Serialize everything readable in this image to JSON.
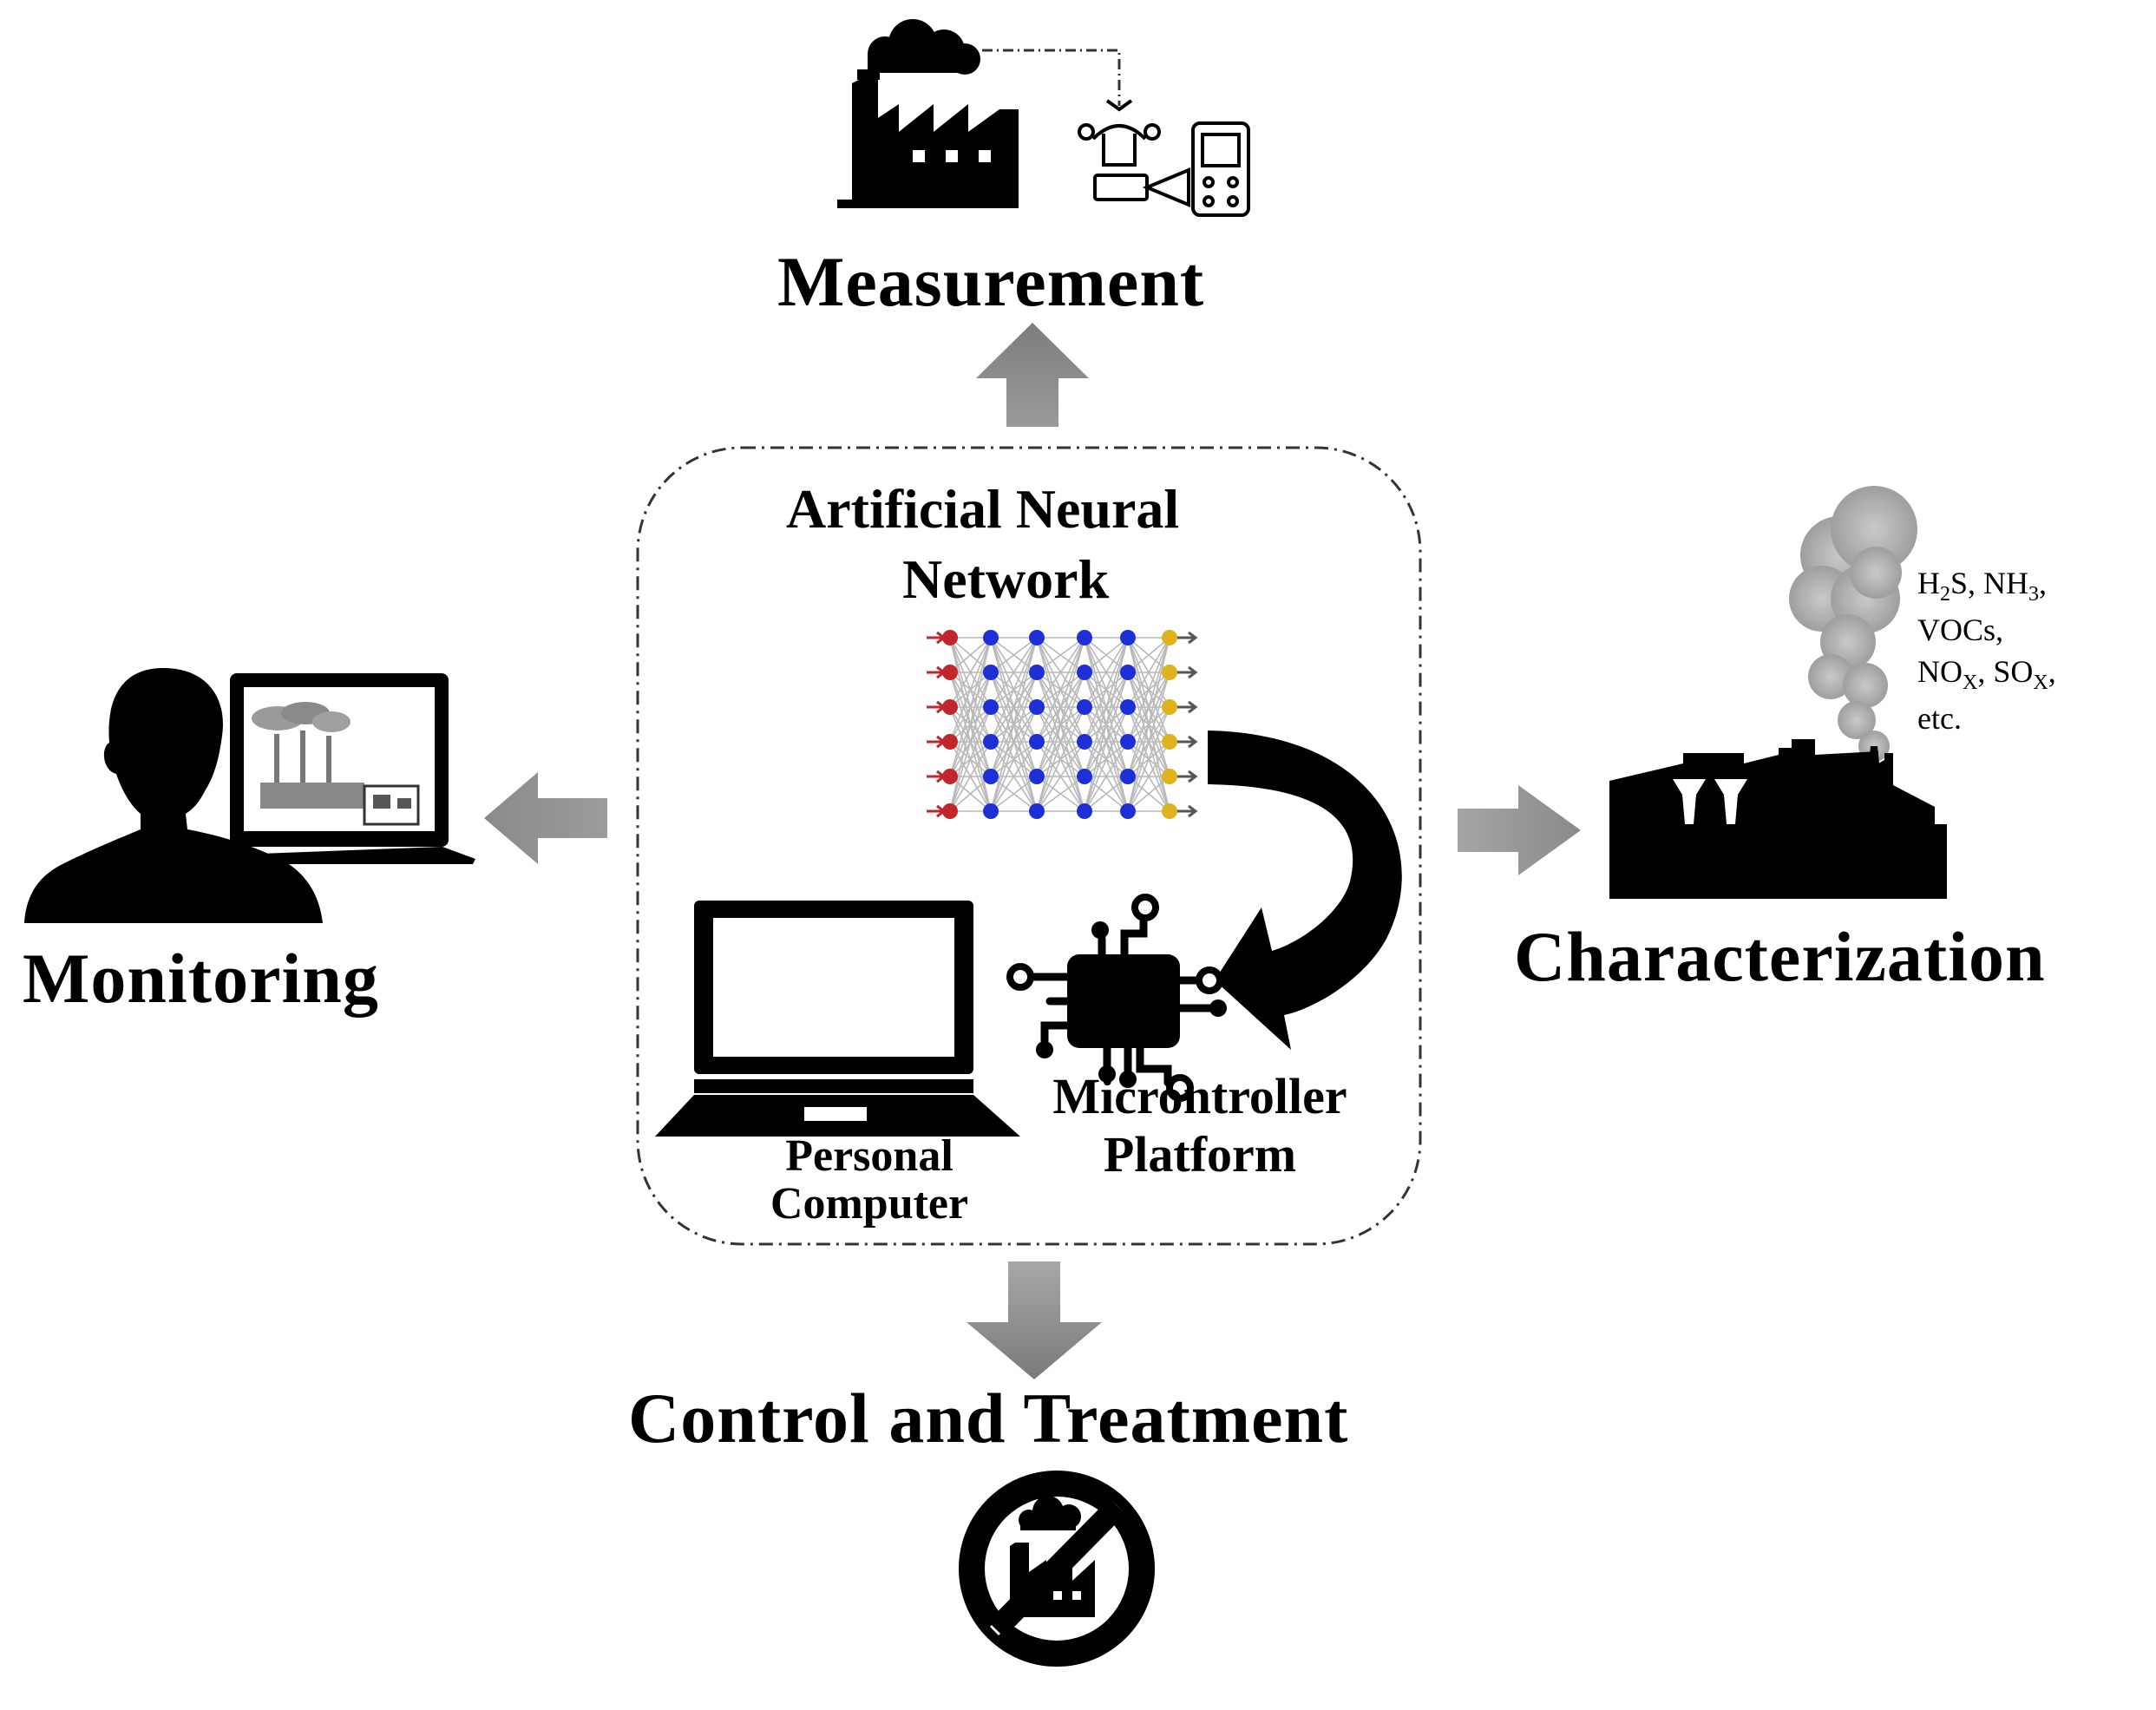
{
  "central": {
    "title_line1": "Artificial Neural",
    "title_line2": "Network",
    "microcontroller_line1": "Microntroller",
    "microcontroller_line2": "Platform",
    "pc_line1": "Personal",
    "pc_line2": "Computer"
  },
  "outputs": {
    "measurement": "Measurement",
    "monitoring": "Monitoring",
    "characterization": "Characterization",
    "control": "Control and Treatment"
  },
  "gases": {
    "h2s_h": "H",
    "h2s_sub": "2",
    "h2s_s": "S, ",
    "nh3_nh": "NH",
    "nh3_sub": "3",
    "nh3_comma": ",",
    "vocs": "VOCs,",
    "nox_no": "NO",
    "nox_sub": "X",
    "nox_comma": ", ",
    "sox_so": "SO",
    "sox_sub": "X",
    "sox_comma": ",",
    "etc": "etc."
  },
  "colors": {
    "arrow_gray": "#8c8c8c",
    "icon_black": "#000000",
    "input_node": "#c0262c",
    "hidden_node": "#1f2fd6",
    "output_node": "#e0b21c",
    "connection": "#b9b9b9"
  },
  "icons": {
    "factory": "factory-icon",
    "sensor": "gas-sensor-icon",
    "person": "person-at-monitor-icon",
    "laptop": "laptop-icon",
    "chip": "microcontroller-chip-icon",
    "plant": "emitting-plant-icon",
    "no_pollution": "no-pollution-icon"
  }
}
